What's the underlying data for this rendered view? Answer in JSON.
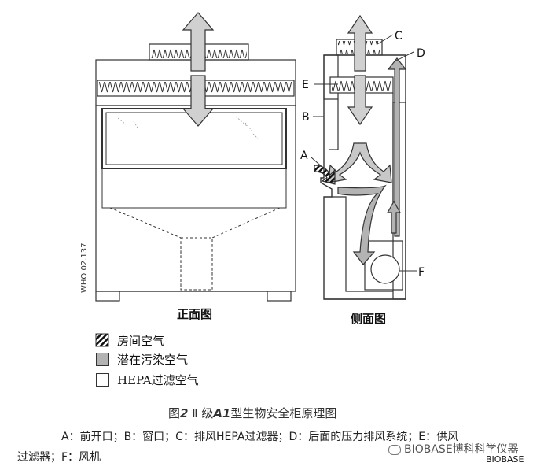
{
  "views": {
    "front_label": "正面图",
    "side_label": "侧面图",
    "code": "WHO 02.137"
  },
  "side_labels": {
    "A": "A",
    "B": "B",
    "C": "C",
    "D": "D",
    "E": "E",
    "F": "F"
  },
  "legend": [
    {
      "label": "房间空气",
      "kind": "hatched"
    },
    {
      "label": "潜在污染空气",
      "kind": "gray",
      "color": "#b3b3b3"
    },
    {
      "label": "HEPA过滤空气",
      "kind": "white",
      "color": "#ffffff"
    }
  ],
  "caption": {
    "prefix": "图",
    "num": "2",
    "mid": " Ⅱ 级",
    "type": "A1",
    "suffix": "型生物安全柜原理图"
  },
  "notes": {
    "line1": "A：前开口；B：窗口；C：排风HEPA过滤器；D：后面的压力排风系统；E：供风",
    "line2": "过滤器；F：风机"
  },
  "watermark": {
    "text": "BIOBASE博科科学仪器",
    "brand": "BIOBASE"
  },
  "colors": {
    "line": "#333333",
    "arrow_fill": "#bdbdbd",
    "contaminated": "#b3b3b3"
  }
}
